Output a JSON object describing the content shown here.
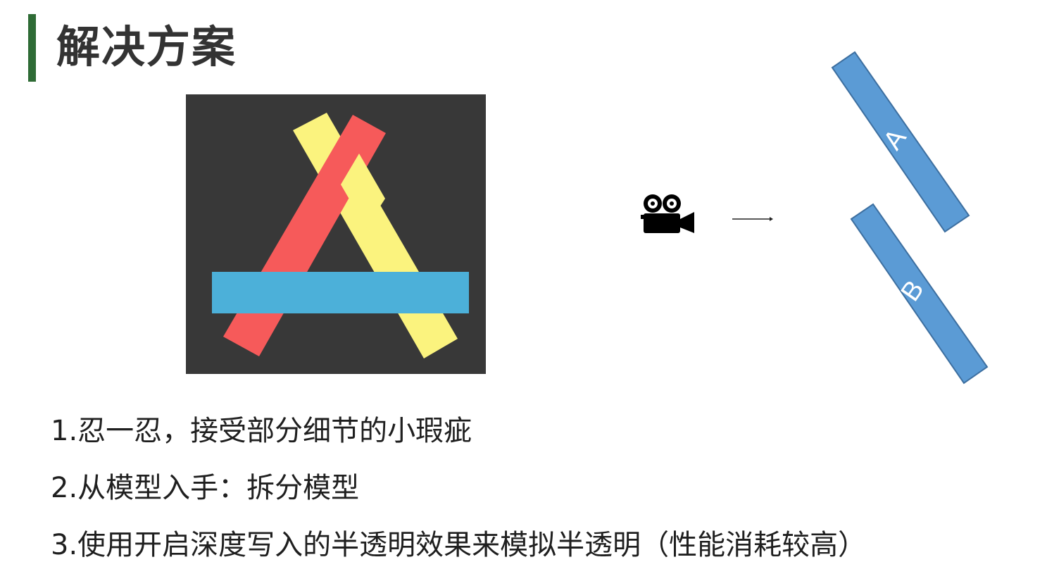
{
  "title": "解决方案",
  "colors": {
    "title_bar": "#2e6b35",
    "background": "#383838",
    "red_bar": "#f65a5a",
    "yellow_bar": "#fbf37e",
    "blue_bar": "#4cb0d9",
    "plane": "#5b9bd5"
  },
  "illustration": {
    "bars": [
      "yellow",
      "red",
      "blue"
    ]
  },
  "diagram": {
    "camera_icon": "camera-icon",
    "arrow_icon": "arrow-right-icon",
    "plane_a_label": "A",
    "plane_b_label": "B"
  },
  "items": [
    "1.忍一忍，接受部分细节的小瑕疵",
    "2.从模型入手：拆分模型",
    "3.使用开启深度写入的半透明效果来模拟半透明（性能消耗较高）"
  ]
}
